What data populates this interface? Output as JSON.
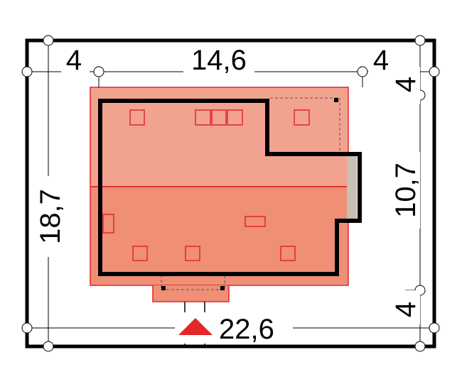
{
  "colors": {
    "lot_border": "#000000",
    "roof_outer": "#f0a08c",
    "roof_top": "#f2a38f",
    "roof_bottom": "#ee8f76",
    "wall": "#000000",
    "window_stroke": "#e3262a",
    "terrace": "#c8bfb5",
    "arrow": "#e3262a",
    "dim_line": "#000000",
    "dim_marker_fill": "#ffffff"
  },
  "dimensions": {
    "left_setback": "4",
    "house_width": "14,6",
    "right_setback": "4",
    "top_setback": "4",
    "house_depth": "10,7",
    "bottom_setback": "4",
    "lot_depth": "18,7",
    "lot_width": "22,6"
  },
  "icons": {
    "entrance": "entrance-arrow-icon"
  }
}
